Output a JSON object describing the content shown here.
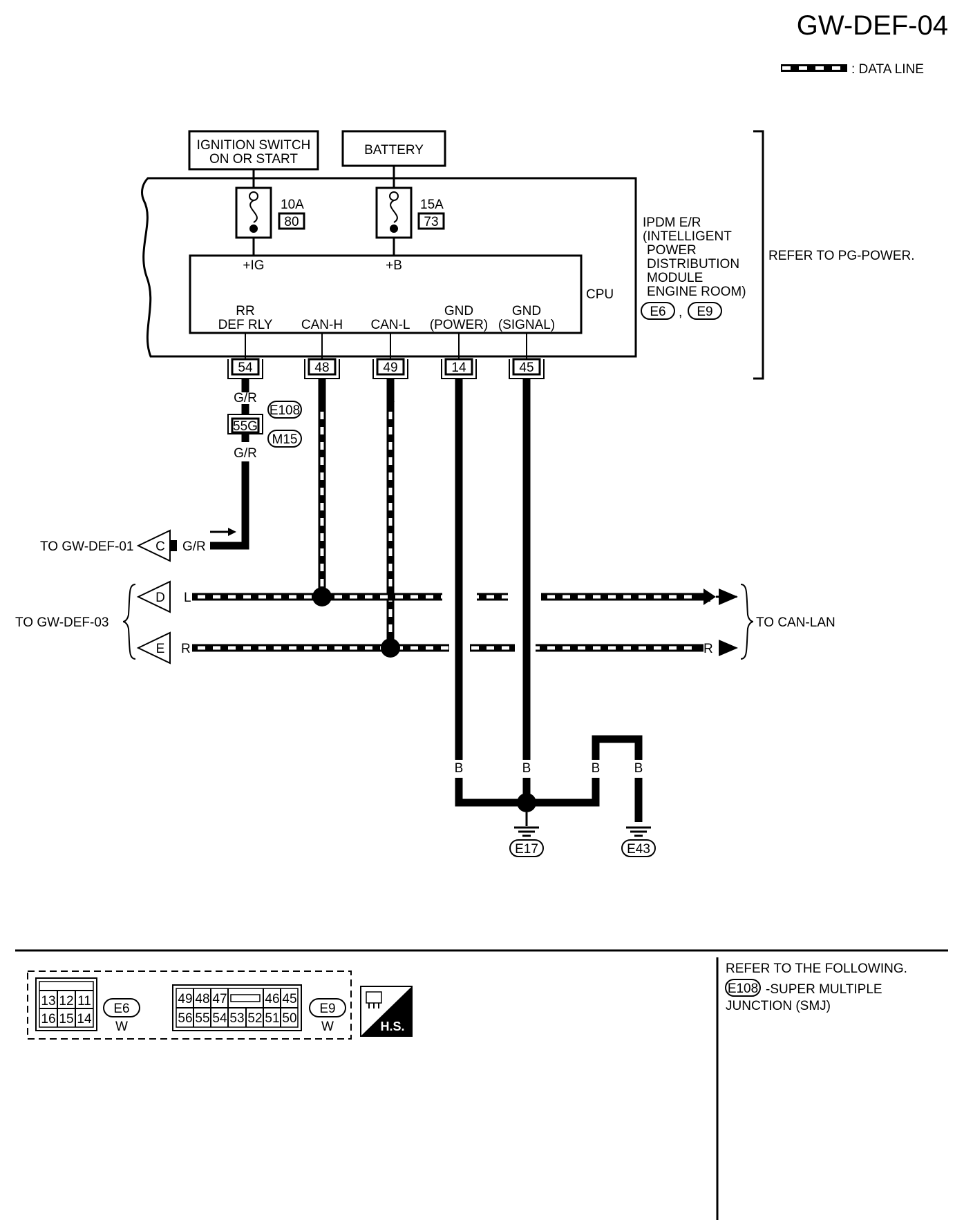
{
  "page_id": "GW-DEF-04",
  "legend": {
    "data_line": ": DATA LINE"
  },
  "sources": {
    "ignition": [
      "IGNITION SWITCH",
      "ON OR START"
    ],
    "battery": "BATTERY"
  },
  "fuses": [
    {
      "amp": "10A",
      "number": "80"
    },
    {
      "amp": "15A",
      "number": "73"
    }
  ],
  "cpu": {
    "label": "CPU",
    "inputs": [
      "+IG",
      "+B"
    ],
    "outputs": [
      [
        "RR",
        "DEF RLY"
      ],
      [
        "",
        "CAN-H"
      ],
      [
        "",
        "CAN-L"
      ],
      [
        "GND",
        "(POWER)"
      ],
      [
        "GND",
        "(SIGNAL)"
      ]
    ]
  },
  "ipdm": {
    "lines": [
      "IPDM E/R",
      "(INTELLIGENT",
      "POWER",
      "DISTRIBUTION",
      "MODULE",
      "ENGINE ROOM)"
    ],
    "connectors": [
      "E6",
      "E9"
    ],
    "separator": ","
  },
  "refer_power": "REFER TO PG-POWER.",
  "terminals": [
    "54",
    "48",
    "49",
    "14",
    "45"
  ],
  "wire_colors": {
    "t54_top": "G/R",
    "t54_bottom": "G/R",
    "t48": "L",
    "t49": "R",
    "t14": "B",
    "t45": "B",
    "to_c": "G/R",
    "line_d_left": "L",
    "line_d_right": "L",
    "line_e_left": "R",
    "line_e_right": "R",
    "gnd_14": "B",
    "gnd_45": "B",
    "gnd_loop": "B",
    "gnd_e43": "B"
  },
  "junction": {
    "pin": "55G",
    "top_connector": "E108",
    "bottom_connector": "M15"
  },
  "off_page": {
    "to_def01": "TO GW-DEF-01",
    "to_def03": "TO GW-DEF-03",
    "to_can_lan": "TO CAN-LAN",
    "markers": [
      "C",
      "D",
      "E"
    ]
  },
  "grounds": [
    "E17",
    "E43"
  ],
  "connector_views": {
    "e6": {
      "rows": [
        [
          "13",
          "12",
          "11"
        ],
        [
          "16",
          "15",
          "14"
        ]
      ],
      "name": "E6",
      "color": "W"
    },
    "e9": {
      "rows": [
        [
          "49",
          "48",
          "47",
          "46",
          "45"
        ],
        [
          "56",
          "55",
          "54",
          "53",
          "52",
          "51",
          "50"
        ]
      ],
      "name": "E9",
      "color": "W"
    },
    "hs_label": "H.S."
  },
  "refer_following": {
    "heading": "REFER TO THE FOLLOWING.",
    "connector": "E108",
    "text": "-SUPER MULTIPLE",
    "text2": "JUNCTION (SMJ)"
  }
}
